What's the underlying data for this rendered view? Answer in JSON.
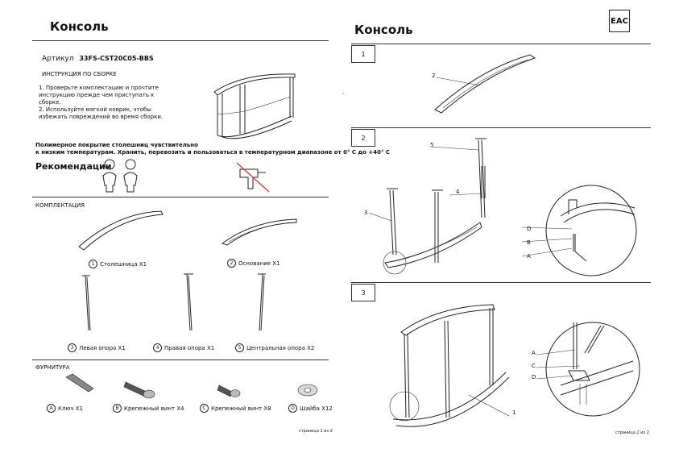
{
  "left_page": {
    "title": "Консоль",
    "article_label": "Артикул",
    "article_code": "33FS-CST20C05-BBS",
    "instructions_heading": "ИНСТРУКЦИЯ ПО СБОРКЕ",
    "instructions": [
      "1. Проверьте комплектацию и прочтите",
      "инструкцию прежде чем приступать к",
      "сборке.",
      "2. Используйте мягкий коврик, чтобы",
      "избежать повреждений во время сборки."
    ],
    "warning_line1": "Полимерное покрытие столешниц чувствительно",
    "warning_line2": "к низким температурам. Хранить, перевозить и пользоваться в температурном диапазоне от 0° С до +40° С",
    "recommendations_title": "Рекомендации",
    "kit_title": "КОМПЛЕКТАЦИЯ",
    "parts": [
      {
        "num": "1",
        "label": "Столешница X1"
      },
      {
        "num": "2",
        "label": "Основание X1"
      },
      {
        "num": "3",
        "label": "Левая опора X1"
      },
      {
        "num": "4",
        "label": "Правая опора X1"
      },
      {
        "num": "5",
        "label": "Центральная опора X2"
      }
    ],
    "hardware_title": "ФУРНИТУРА",
    "hardware": [
      {
        "letter": "A",
        "label": "Ключ   X1"
      },
      {
        "letter": "B",
        "label": "Крепежный винт X4"
      },
      {
        "letter": "C",
        "label": "Крепежный винт X8"
      },
      {
        "letter": "D",
        "label": "Шайба X12"
      }
    ],
    "page_number": "страница 1 из 2"
  },
  "right_page": {
    "title": "Консоль",
    "logo_text": "ЕАС",
    "dot": ".",
    "steps": [
      {
        "num": "1",
        "callouts": [
          "2"
        ]
      },
      {
        "num": "2",
        "callouts": [
          "5",
          "4",
          "3",
          "D",
          "B",
          "A"
        ]
      },
      {
        "num": "3",
        "callouts": [
          "A",
          "C",
          "D",
          "1"
        ]
      }
    ],
    "page_number": "страница 2 из 2"
  }
}
